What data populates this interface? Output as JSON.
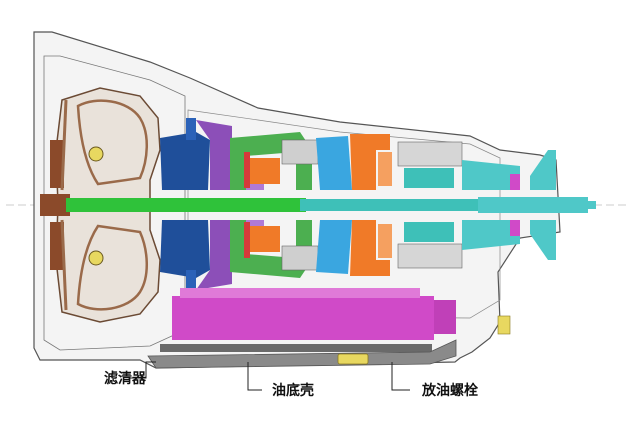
{
  "callouts": {
    "filter": "滤清器",
    "oil_pan": "油底壳",
    "drain_plug": "放油螺栓"
  },
  "colors": {
    "outline": "#555555",
    "housing_fill": "#f4f4f4",
    "torque_converter": "#9a6a4a",
    "brown_disc": "#8b4a2a",
    "navy_pump": "#1f4f9a",
    "purple": "#8c4fb8",
    "shaft_green": "#2fc23a",
    "mid_green": "#4caf50",
    "orange": "#f07a28",
    "light_blue": "#3aa6e0",
    "teal": "#3ec0b8",
    "magenta_valve_body": "#d04ac8",
    "red": "#d63a3a",
    "gray_pan": "#8a8a8a",
    "yellow": "#e8d860",
    "cyan_output": "#4fc8c8"
  }
}
